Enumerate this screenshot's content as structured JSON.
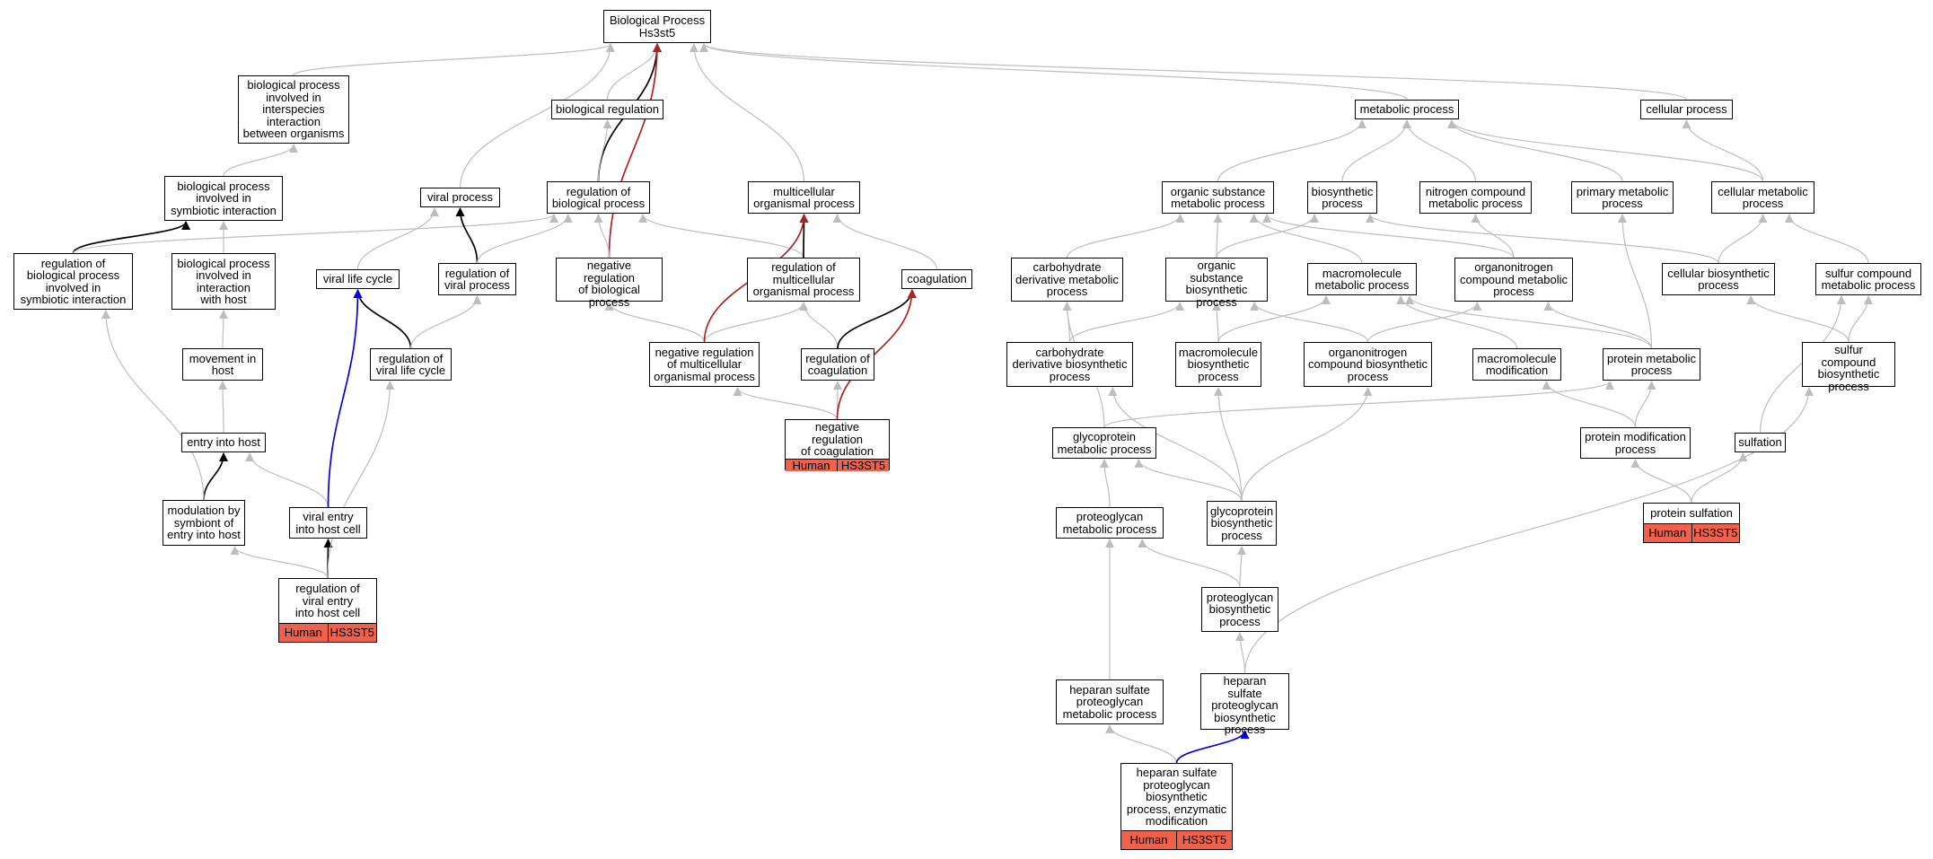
{
  "diagram": {
    "colors": {
      "grey_edge": "#bdbdbd",
      "black_edge": "#000000",
      "red_edge": "#b22222",
      "blue_edge": "#0000ee",
      "annotation_fill": "#f0604a"
    },
    "nodes": [
      {
        "id": "bp",
        "label": "Biological Process\nHs3st5"
      },
      {
        "id": "bp_interspecies",
        "label": "biological process\ninvolved in\ninterspecies\ninteraction\nbetween organisms"
      },
      {
        "id": "bio_reg",
        "label": "biological regulation"
      },
      {
        "id": "metabolic",
        "label": "metabolic process"
      },
      {
        "id": "cellular",
        "label": "cellular process"
      },
      {
        "id": "bp_symbiotic",
        "label": "biological process\ninvolved in\nsymbiotic interaction"
      },
      {
        "id": "viral_process",
        "label": "viral process"
      },
      {
        "id": "reg_bp",
        "label": "regulation of\nbiological process"
      },
      {
        "id": "multicellular",
        "label": "multicellular\norganismal process"
      },
      {
        "id": "org_sub_met",
        "label": "organic substance\nmetabolic process"
      },
      {
        "id": "biosynthetic",
        "label": "biosynthetic\nprocess"
      },
      {
        "id": "nitrogen_met",
        "label": "nitrogen compound\nmetabolic process"
      },
      {
        "id": "primary_met",
        "label": "primary metabolic\nprocess"
      },
      {
        "id": "cellular_met",
        "label": "cellular metabolic\nprocess"
      },
      {
        "id": "reg_symbiotic",
        "label": "regulation of\nbiological process\ninvolved in\nsymbiotic interaction"
      },
      {
        "id": "bp_host",
        "label": "biological process\ninvolved in\ninteraction\nwith host"
      },
      {
        "id": "viral_life",
        "label": "viral life cycle"
      },
      {
        "id": "reg_viral_process",
        "label": "regulation of\nviral process"
      },
      {
        "id": "neg_reg_bp",
        "label": "negative regulation\nof biological\nprocess"
      },
      {
        "id": "reg_multicellular",
        "label": "regulation of\nmulticellular\norganismal process"
      },
      {
        "id": "coagulation",
        "label": "coagulation"
      },
      {
        "id": "carb_deriv_met",
        "label": "carbohydrate\nderivative metabolic\nprocess"
      },
      {
        "id": "org_sub_bios",
        "label": "organic substance\nbiosynthetic\nprocess"
      },
      {
        "id": "macro_met",
        "label": "macromolecule\nmetabolic process"
      },
      {
        "id": "organonitrogen_met",
        "label": "organonitrogen\ncompound metabolic\nprocess"
      },
      {
        "id": "cell_bios",
        "label": "cellular biosynthetic\nprocess"
      },
      {
        "id": "sulfur_met",
        "label": "sulfur compound\nmetabolic process"
      },
      {
        "id": "movement_host",
        "label": "movement in\nhost"
      },
      {
        "id": "reg_viral_life",
        "label": "regulation of\nviral life cycle"
      },
      {
        "id": "neg_reg_multicellular",
        "label": "negative regulation\nof multicellular\norganismal process"
      },
      {
        "id": "reg_coag",
        "label": "regulation of\ncoagulation"
      },
      {
        "id": "carb_deriv_bios",
        "label": "carbohydrate\nderivative biosynthetic\nprocess"
      },
      {
        "id": "macro_bios",
        "label": "macromolecule\nbiosynthetic\nprocess"
      },
      {
        "id": "organonitrogen_bios",
        "label": "organonitrogen\ncompound biosynthetic\nprocess"
      },
      {
        "id": "macro_mod",
        "label": "macromolecule\nmodification"
      },
      {
        "id": "protein_met",
        "label": "protein metabolic\nprocess"
      },
      {
        "id": "sulfur_bios",
        "label": "sulfur compound\nbiosynthetic\nprocess"
      },
      {
        "id": "entry_host",
        "label": "entry into host"
      },
      {
        "id": "neg_reg_coag",
        "label": "negative regulation\nof coagulation",
        "annotation": [
          "Human",
          "HS3ST5"
        ]
      },
      {
        "id": "glycoprotein_met",
        "label": "glycoprotein\nmetabolic process"
      },
      {
        "id": "protein_mod",
        "label": "protein modification\nprocess"
      },
      {
        "id": "sulfation",
        "label": "sulfation"
      },
      {
        "id": "modulation_symbiont",
        "label": "modulation by\nsymbiont of\nentry into host"
      },
      {
        "id": "viral_entry",
        "label": "viral entry\ninto host cell"
      },
      {
        "id": "proteoglycan_met",
        "label": "proteoglycan\nmetabolic process"
      },
      {
        "id": "glycoprotein_bios",
        "label": "glycoprotein\nbiosynthetic\nprocess"
      },
      {
        "id": "protein_sulfation",
        "label": "protein sulfation",
        "annotation": [
          "Human",
          "HS3ST5"
        ]
      },
      {
        "id": "reg_viral_entry",
        "label": "regulation of\nviral entry\ninto host cell",
        "annotation": [
          "Human",
          "HS3ST5"
        ]
      },
      {
        "id": "proteoglycan_bios",
        "label": "proteoglycan\nbiosynthetic\nprocess"
      },
      {
        "id": "hs_pg_met",
        "label": "heparan sulfate\nproteoglycan\nmetabolic process"
      },
      {
        "id": "hs_pg_bios",
        "label": "heparan sulfate\nproteoglycan\nbiosynthetic\nprocess"
      },
      {
        "id": "hs_pg_enzymatic",
        "label": "heparan sulfate\nproteoglycan\nbiosynthetic\nprocess, enzymatic\nmodification",
        "annotation": [
          "Human",
          "HS3ST5"
        ]
      }
    ],
    "edges": [
      {
        "from": "bp_interspecies",
        "to": "bp",
        "color": "grey"
      },
      {
        "from": "bio_reg",
        "to": "bp",
        "color": "grey"
      },
      {
        "from": "metabolic",
        "to": "bp",
        "color": "grey"
      },
      {
        "from": "cellular",
        "to": "bp",
        "color": "grey"
      },
      {
        "from": "viral_process",
        "to": "bp",
        "color": "grey"
      },
      {
        "from": "reg_bp",
        "to": "bp",
        "color": "black"
      },
      {
        "from": "neg_reg_bp",
        "to": "bp",
        "color": "red"
      },
      {
        "from": "multicellular",
        "to": "bp",
        "color": "grey"
      },
      {
        "from": "bp_symbiotic",
        "to": "bp_interspecies",
        "color": "grey"
      },
      {
        "from": "reg_bp",
        "to": "bio_reg",
        "color": "grey"
      },
      {
        "from": "reg_symbiotic",
        "to": "bp_symbiotic",
        "color": "black"
      },
      {
        "from": "bp_host",
        "to": "bp_symbiotic",
        "color": "grey"
      },
      {
        "from": "reg_symbiotic",
        "to": "reg_bp",
        "color": "grey"
      },
      {
        "from": "viral_life",
        "to": "viral_process",
        "color": "grey"
      },
      {
        "from": "reg_viral_process",
        "to": "viral_process",
        "color": "black"
      },
      {
        "from": "reg_viral_process",
        "to": "reg_bp",
        "color": "grey"
      },
      {
        "from": "neg_reg_bp",
        "to": "reg_bp",
        "color": "grey"
      },
      {
        "from": "reg_multicellular",
        "to": "reg_bp",
        "color": "grey"
      },
      {
        "from": "reg_multicellular",
        "to": "multicellular",
        "color": "black"
      },
      {
        "from": "coagulation",
        "to": "multicellular",
        "color": "grey"
      },
      {
        "from": "movement_host",
        "to": "bp_host",
        "color": "grey"
      },
      {
        "from": "reg_viral_life",
        "to": "viral_life",
        "color": "black"
      },
      {
        "from": "reg_viral_life",
        "to": "reg_viral_process",
        "color": "grey"
      },
      {
        "from": "neg_reg_multicellular",
        "to": "neg_reg_bp",
        "color": "grey"
      },
      {
        "from": "neg_reg_multicellular",
        "to": "reg_multicellular",
        "color": "grey"
      },
      {
        "from": "neg_reg_multicellular",
        "to": "multicellular",
        "color": "red"
      },
      {
        "from": "reg_coag",
        "to": "reg_multicellular",
        "color": "grey"
      },
      {
        "from": "reg_coag",
        "to": "coagulation",
        "color": "black"
      },
      {
        "from": "entry_host",
        "to": "movement_host",
        "color": "grey"
      },
      {
        "from": "modulation_symbiont",
        "to": "entry_host",
        "color": "black"
      },
      {
        "from": "modulation_symbiont",
        "to": "reg_symbiotic",
        "color": "grey"
      },
      {
        "from": "viral_entry",
        "to": "entry_host",
        "color": "grey"
      },
      {
        "from": "viral_entry",
        "to": "viral_life",
        "color": "blue"
      },
      {
        "from": "reg_viral_entry",
        "to": "viral_entry",
        "color": "black"
      },
      {
        "from": "reg_viral_entry",
        "to": "modulation_symbiont",
        "color": "grey"
      },
      {
        "from": "reg_viral_entry",
        "to": "reg_viral_life",
        "color": "grey"
      },
      {
        "from": "neg_reg_coag",
        "to": "neg_reg_multicellular",
        "color": "grey"
      },
      {
        "from": "neg_reg_coag",
        "to": "reg_coag",
        "color": "grey"
      },
      {
        "from": "neg_reg_coag",
        "to": "coagulation",
        "color": "red"
      },
      {
        "from": "org_sub_met",
        "to": "metabolic",
        "color": "grey"
      },
      {
        "from": "biosynthetic",
        "to": "metabolic",
        "color": "grey"
      },
      {
        "from": "nitrogen_met",
        "to": "metabolic",
        "color": "grey"
      },
      {
        "from": "primary_met",
        "to": "metabolic",
        "color": "grey"
      },
      {
        "from": "cellular_met",
        "to": "metabolic",
        "color": "grey"
      },
      {
        "from": "cellular_met",
        "to": "cellular",
        "color": "grey"
      },
      {
        "from": "carb_deriv_met",
        "to": "org_sub_met",
        "color": "grey"
      },
      {
        "from": "org_sub_bios",
        "to": "org_sub_met",
        "color": "grey"
      },
      {
        "from": "org_sub_bios",
        "to": "biosynthetic",
        "color": "grey"
      },
      {
        "from": "macro_met",
        "to": "org_sub_met",
        "color": "grey"
      },
      {
        "from": "organonitrogen_met",
        "to": "org_sub_met",
        "color": "grey"
      },
      {
        "from": "organonitrogen_met",
        "to": "nitrogen_met",
        "color": "grey"
      },
      {
        "from": "cell_bios",
        "to": "biosynthetic",
        "color": "grey"
      },
      {
        "from": "cell_bios",
        "to": "cellular_met",
        "color": "grey"
      },
      {
        "from": "sulfur_met",
        "to": "cellular_met",
        "color": "grey"
      },
      {
        "from": "carb_deriv_bios",
        "to": "carb_deriv_met",
        "color": "grey"
      },
      {
        "from": "carb_deriv_bios",
        "to": "org_sub_bios",
        "color": "grey"
      },
      {
        "from": "macro_bios",
        "to": "org_sub_bios",
        "color": "grey"
      },
      {
        "from": "macro_bios",
        "to": "macro_met",
        "color": "grey"
      },
      {
        "from": "organonitrogen_bios",
        "to": "organonitrogen_met",
        "color": "grey"
      },
      {
        "from": "organonitrogen_bios",
        "to": "org_sub_bios",
        "color": "grey"
      },
      {
        "from": "macro_mod",
        "to": "macro_met",
        "color": "grey"
      },
      {
        "from": "protein_met",
        "to": "macro_met",
        "color": "grey"
      },
      {
        "from": "protein_met",
        "to": "organonitrogen_met",
        "color": "grey"
      },
      {
        "from": "protein_met",
        "to": "primary_met",
        "color": "grey"
      },
      {
        "from": "sulfur_bios",
        "to": "sulfur_met",
        "color": "grey"
      },
      {
        "from": "sulfur_bios",
        "to": "cell_bios",
        "color": "grey"
      },
      {
        "from": "glycoprotein_met",
        "to": "carb_deriv_met",
        "color": "grey"
      },
      {
        "from": "glycoprotein_met",
        "to": "protein_met",
        "color": "grey"
      },
      {
        "from": "protein_mod",
        "to": "protein_met",
        "color": "grey"
      },
      {
        "from": "protein_mod",
        "to": "macro_mod",
        "color": "grey"
      },
      {
        "from": "sulfation",
        "to": "sulfur_met",
        "color": "grey"
      },
      {
        "from": "proteoglycan_met",
        "to": "glycoprotein_met",
        "color": "grey"
      },
      {
        "from": "glycoprotein_bios",
        "to": "glycoprotein_met",
        "color": "grey"
      },
      {
        "from": "glycoprotein_bios",
        "to": "carb_deriv_bios",
        "color": "grey"
      },
      {
        "from": "glycoprotein_bios",
        "to": "macro_bios",
        "color": "grey"
      },
      {
        "from": "glycoprotein_bios",
        "to": "organonitrogen_bios",
        "color": "grey"
      },
      {
        "from": "protein_sulfation",
        "to": "protein_mod",
        "color": "grey"
      },
      {
        "from": "protein_sulfation",
        "to": "sulfation",
        "color": "grey"
      },
      {
        "from": "proteoglycan_bios",
        "to": "proteoglycan_met",
        "color": "grey"
      },
      {
        "from": "proteoglycan_bios",
        "to": "glycoprotein_bios",
        "color": "grey"
      },
      {
        "from": "hs_pg_met",
        "to": "proteoglycan_met",
        "color": "grey"
      },
      {
        "from": "hs_pg_bios",
        "to": "proteoglycan_bios",
        "color": "grey"
      },
      {
        "from": "hs_pg_bios",
        "to": "sulfur_bios",
        "color": "grey"
      },
      {
        "from": "hs_pg_enzymatic",
        "to": "hs_pg_met",
        "color": "grey"
      },
      {
        "from": "hs_pg_enzymatic",
        "to": "hs_pg_bios",
        "color": "blue"
      }
    ]
  }
}
